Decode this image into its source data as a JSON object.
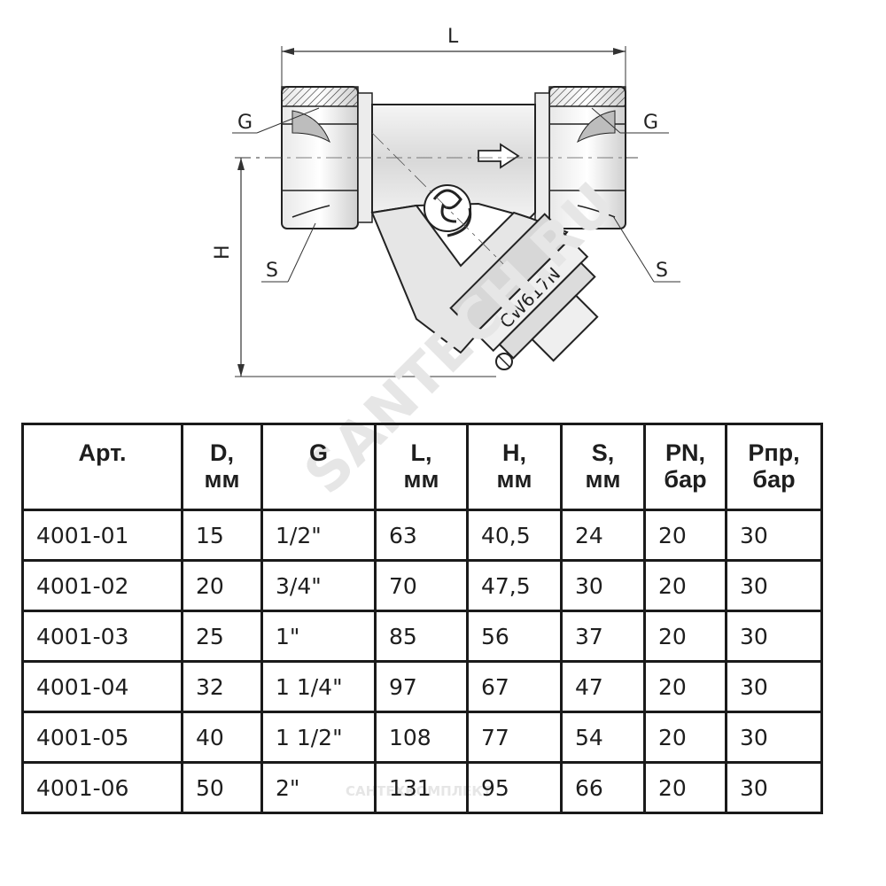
{
  "drawing": {
    "dim_L": "L",
    "dim_H": "H",
    "label_G_left": "G",
    "label_G_right": "G",
    "label_S_left": "S",
    "label_S_right": "S",
    "body_marking": "CW617N",
    "watermark": "SANTECH.RU",
    "watermark_footer": "САНТЕХКОМПЛЕКТ"
  },
  "table": {
    "headers": [
      {
        "line1": "Арт.",
        "line2": ""
      },
      {
        "line1": "D,",
        "line2": "мм"
      },
      {
        "line1": "G",
        "line2": ""
      },
      {
        "line1": "L,",
        "line2": "мм"
      },
      {
        "line1": "H,",
        "line2": "мм"
      },
      {
        "line1": "S,",
        "line2": "мм"
      },
      {
        "line1": "PN,",
        "line2": "бар"
      },
      {
        "line1": "Рпр,",
        "line2": "бар"
      }
    ],
    "rows": [
      [
        "4001-01",
        "15",
        "1/2\"",
        "63",
        "40,5",
        "24",
        "20",
        "30"
      ],
      [
        "4001-02",
        "20",
        "3/4\"",
        "70",
        "47,5",
        "30",
        "20",
        "30"
      ],
      [
        "4001-03",
        "25",
        "1\"",
        "85",
        "56",
        "37",
        "20",
        "30"
      ],
      [
        "4001-04",
        "32",
        "1 1/4\"",
        "97",
        "67",
        "47",
        "20",
        "30"
      ],
      [
        "4001-05",
        "40",
        "1 1/2\"",
        "108",
        "77",
        "54",
        "20",
        "30"
      ],
      [
        "4001-06",
        "50",
        "2\"",
        "131",
        "95",
        "66",
        "20",
        "30"
      ]
    ]
  }
}
